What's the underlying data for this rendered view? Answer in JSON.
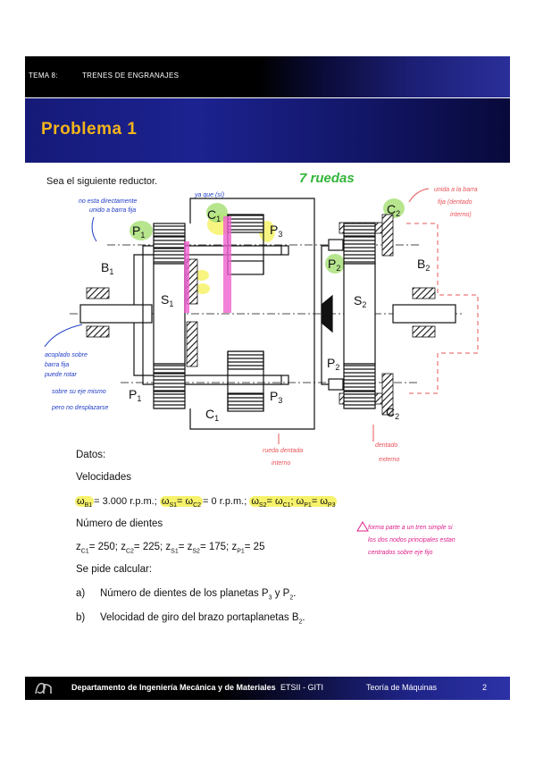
{
  "header": {
    "tema": "TEMA 8:",
    "subject": "TRENES DE ENGRANAJES",
    "title": "Problema 1"
  },
  "intro": "Sea el siguiente reductor.",
  "diagram": {
    "labels": {
      "C1_top": "C",
      "C1_top_sub": "1",
      "P3_top": "P",
      "P3_top_sub": "3",
      "C2_top": "C",
      "C2_top_sub": "2",
      "P1_top": "P",
      "P1_top_sub": "1",
      "P2_top": "P",
      "P2_top_sub": "2",
      "B1": "B",
      "B1_sub": "1",
      "B2": "B",
      "B2_sub": "2",
      "S1": "S",
      "S1_sub": "1",
      "S2": "S",
      "S2_sub": "2",
      "P2_bot": "P",
      "P2_bot_sub": "2",
      "P1_bot": "P",
      "P1_bot_sub": "1",
      "P3_bot": "P",
      "P3_bot_sub": "3",
      "C1_bot": "C",
      "C1_bot_sub": "1",
      "C2_bot": "C",
      "C2_bot_sub": "2"
    },
    "annotations": {
      "siete_ruedas": "7 ruedas",
      "blue_top_1": "no esta directamente",
      "blue_top_2": "unido a barra fija",
      "blue_top_3": "ya que (sí)",
      "blue_left_1": "acoplado sobre",
      "blue_left_2": "barra fija",
      "blue_left_3": "puede rotar",
      "blue_left_4": "sobre su eje mismo",
      "blue_left_5": "pero no desplazarse",
      "red_top_1": "unida a la barra",
      "red_top_2": "fija (dentado",
      "red_top_3": "interno)",
      "red_bot_1": "rueda dentada",
      "red_bot_2": "interno",
      "red_bot2_1": "dentado",
      "red_bot2_2": "externo",
      "pink_1": "forma parte a un tren simple si",
      "pink_2": "los dos nodos principales estan",
      "pink_3": "centrados sobre eje fijo"
    }
  },
  "datos": {
    "heading": "Datos:",
    "velocidades_label": "Velocidades",
    "omega": "ω",
    "vel_1_sub": "B1",
    "vel_1_val": "= 3.000 r.p.m.;",
    "vel_2_sub": "S1",
    "vel_2_mid": "=",
    "vel_2_sub2": "C2",
    "vel_2_val": "= 0 r.p.m.;",
    "vel_3_sub": "S2",
    "vel_3_mid": "=",
    "vel_3_sub2": "C1",
    "vel_3_end": ";",
    "vel_4_sub": "P1",
    "vel_4_mid": "=",
    "vel_4_sub2": "P3",
    "dientes_label": "Número de dientes",
    "z1_main": "z",
    "z1_sub": "C1",
    "z1_val": "= 250; ",
    "z2_sub": "C2",
    "z2_val": "= 225; ",
    "z3_sub": "S1",
    "z3_mid": "= z",
    "z3_sub2": "S2",
    "z3_val": "= 175; ",
    "z4_sub": "P1",
    "z4_val": "= 25",
    "pide": "Se pide calcular:",
    "item_a_letter": "a)",
    "item_a_text": "Número de dientes de los planetas P",
    "item_a_sub1": "3",
    "item_a_mid": " y P",
    "item_a_sub2": "2",
    "item_a_end": ".",
    "item_b_letter": "b)",
    "item_b_text": "Velocidad de giro del brazo portaplanetas B",
    "item_b_sub": "2",
    "item_b_end": "."
  },
  "footer": {
    "department": "Departamento de Ingeniería Mecánica y de Materiales",
    "school": "ETSII -  GITI",
    "course": "Teoría de Máquinas",
    "page": "2"
  },
  "colors": {
    "header_text": "#ffffff",
    "title_text": "#f3b41b",
    "highlight_yellow": "#f6f26a",
    "highlight_green": "#a9e07a",
    "highlight_pink": "#f060d0",
    "annotation_blue": "#1f3cc7",
    "annotation_green": "#33b53a",
    "annotation_red": "#e8545a",
    "annotation_pink": "#e0208c"
  }
}
